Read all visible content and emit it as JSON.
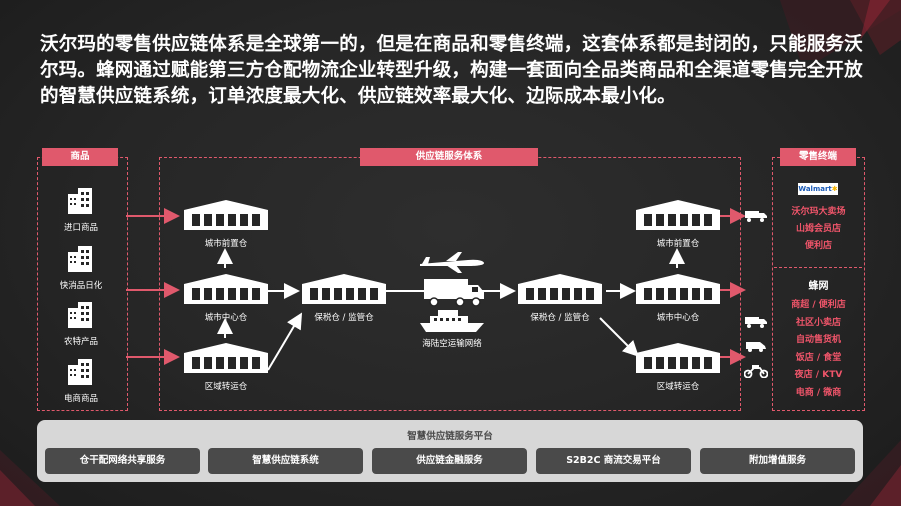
{
  "headline": "沃尔玛的零售供应链体系是全球第一的，但是在商品和零售终端，这套体系都是封闭的，只能服务沃尔玛。蜂网通过赋能第三方仓配物流企业转型升级，构建一套面向全品类商品和全渠道零售完全开放的智慧供应链系统，订单浓度最大化、供应链效率最大化、边际成本最小化。",
  "sections": {
    "goods": "商品",
    "service": "供应链服务体系",
    "retail": "零售终端"
  },
  "goods_items": [
    "进口商品",
    "快消品日化",
    "农特产品",
    "电商商品"
  ],
  "warehouses": {
    "city_front_left": "城市前置仓",
    "city_center_left": "城市中心仓",
    "regional_left": "区域转运仓",
    "bonded_left": "保税仓 / 监管仓",
    "bonded_right": "保税仓 / 监管仓",
    "city_front_right": "城市前置仓",
    "city_center_right": "城市中心仓",
    "regional_right": "区域转运仓"
  },
  "transport_label": "海陆空运输网络",
  "walmart_logo": "Walmart",
  "walmart_group": [
    "沃尔玛大卖场",
    "山姆会员店",
    "便利店"
  ],
  "fengwang_name": "蜂网",
  "fengwang_group": [
    "商超 / 便利店",
    "社区小卖店",
    "自动售货机",
    "饭店 / 食堂",
    "夜店 / KTV",
    "电商 / 微商"
  ],
  "platform": {
    "title": "智慧供应链服务平台",
    "buttons": [
      "仓干配网络共享服务",
      "智慧供应链系统",
      "供应链金融服务",
      "S2B2C 商流交易平台",
      "附加增值服务"
    ]
  },
  "colors": {
    "accent": "#e0596c",
    "background": "#262626",
    "platform": "#d7d7d7"
  }
}
